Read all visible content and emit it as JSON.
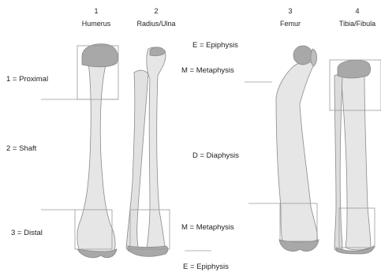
{
  "diagram": {
    "colors": {
      "bone": "#e4e4e4",
      "bone_shade": "#bdbdbd",
      "epiphysis": "#a8a8a8",
      "outline": "#8a8a8a",
      "box": "#9a9a9a",
      "text": "#222222"
    },
    "bones": [
      {
        "number": "1",
        "name": "Humerus"
      },
      {
        "number": "2",
        "name": "Radius/Ulna"
      },
      {
        "number": "3",
        "name": "Femur"
      },
      {
        "number": "4",
        "name": "Tibia/Fibula"
      }
    ],
    "regions": [
      {
        "label": "1 = Proximal"
      },
      {
        "label": "2 = Shaft"
      },
      {
        "label": "3 = Distal"
      }
    ],
    "zones": [
      {
        "label": "E = Epiphysis"
      },
      {
        "label": "M = Metaphysis"
      },
      {
        "label": "D = Diaphysis"
      },
      {
        "label": "M = Metaphysis"
      },
      {
        "label": "E = Epiphysis"
      }
    ]
  }
}
